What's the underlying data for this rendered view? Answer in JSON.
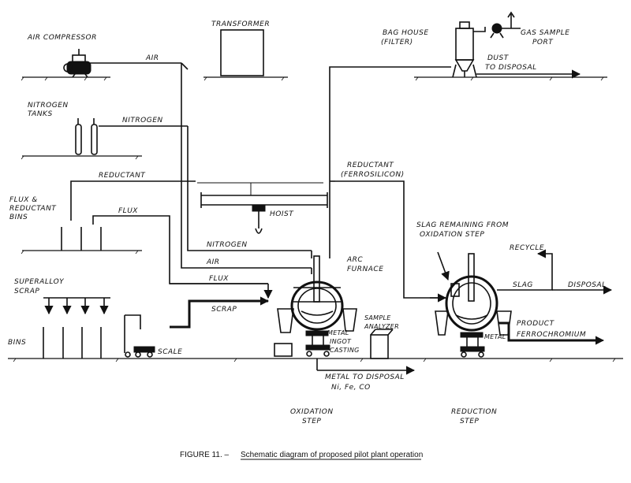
{
  "labels": {
    "air_compressor": "AIR COMPRESSOR",
    "air_top": "AIR",
    "transformer": "TRANSFORMER",
    "bag_house_1": "BAG HOUSE",
    "bag_house_2": "(FILTER)",
    "gas_sample_1": "GAS SAMPLE",
    "gas_sample_2": "PORT",
    "dust_1": "DUST",
    "dust_2": "TO DISPOSAL",
    "nitrogen_tanks_1": "NITROGEN",
    "nitrogen_tanks_2": "TANKS",
    "nitrogen_top": "NITROGEN",
    "reductant_left": "REDUCTANT",
    "reductant_right_1": "REDUCTANT",
    "reductant_right_2": "(FERROSILICON)",
    "flux_bins_1": "FLUX &",
    "flux_bins_2": "REDUCTANT",
    "flux_bins_3": "BINS",
    "flux_top": "FLUX",
    "hoist": "HOIST",
    "nitrogen_mid": "NITROGEN",
    "air_mid": "AIR",
    "flux_mid": "FLUX",
    "scrap_flow": "SCRAP",
    "superalloy_1": "SUPERALLOY",
    "superalloy_2": "SCRAP",
    "bins": "BINS",
    "scale": "SCALE",
    "arc_furnace_1": "ARC",
    "arc_furnace_2": "FURNACE",
    "sample_analyzer_1": "SAMPLE",
    "sample_analyzer_2": "ANALYZER",
    "metal_ingot_1": "METAL",
    "metal_ingot_2": "INGOT",
    "metal_ingot_3": "CASTING",
    "metal_disposal_1": "METAL TO DISPOSAL",
    "metal_disposal_2": "Ni, Fe, CO",
    "slag_remaining_1": "SLAG REMAINING FROM",
    "slag_remaining_2": "OXIDATION STEP",
    "recycle": "RECYCLE",
    "slag": "SLAG",
    "disposal": "DISPOSAL",
    "product_1": "PRODUCT",
    "product_2": "FERROCHROMIUM",
    "metal_right": "METAL",
    "oxidation_1": "OXIDATION",
    "oxidation_2": "STEP",
    "reduction_1": "REDUCTION",
    "reduction_2": "STEP"
  },
  "caption": {
    "figure": "FIGURE 11. –",
    "text": "Schematic diagram of proposed pilot plant operation"
  }
}
